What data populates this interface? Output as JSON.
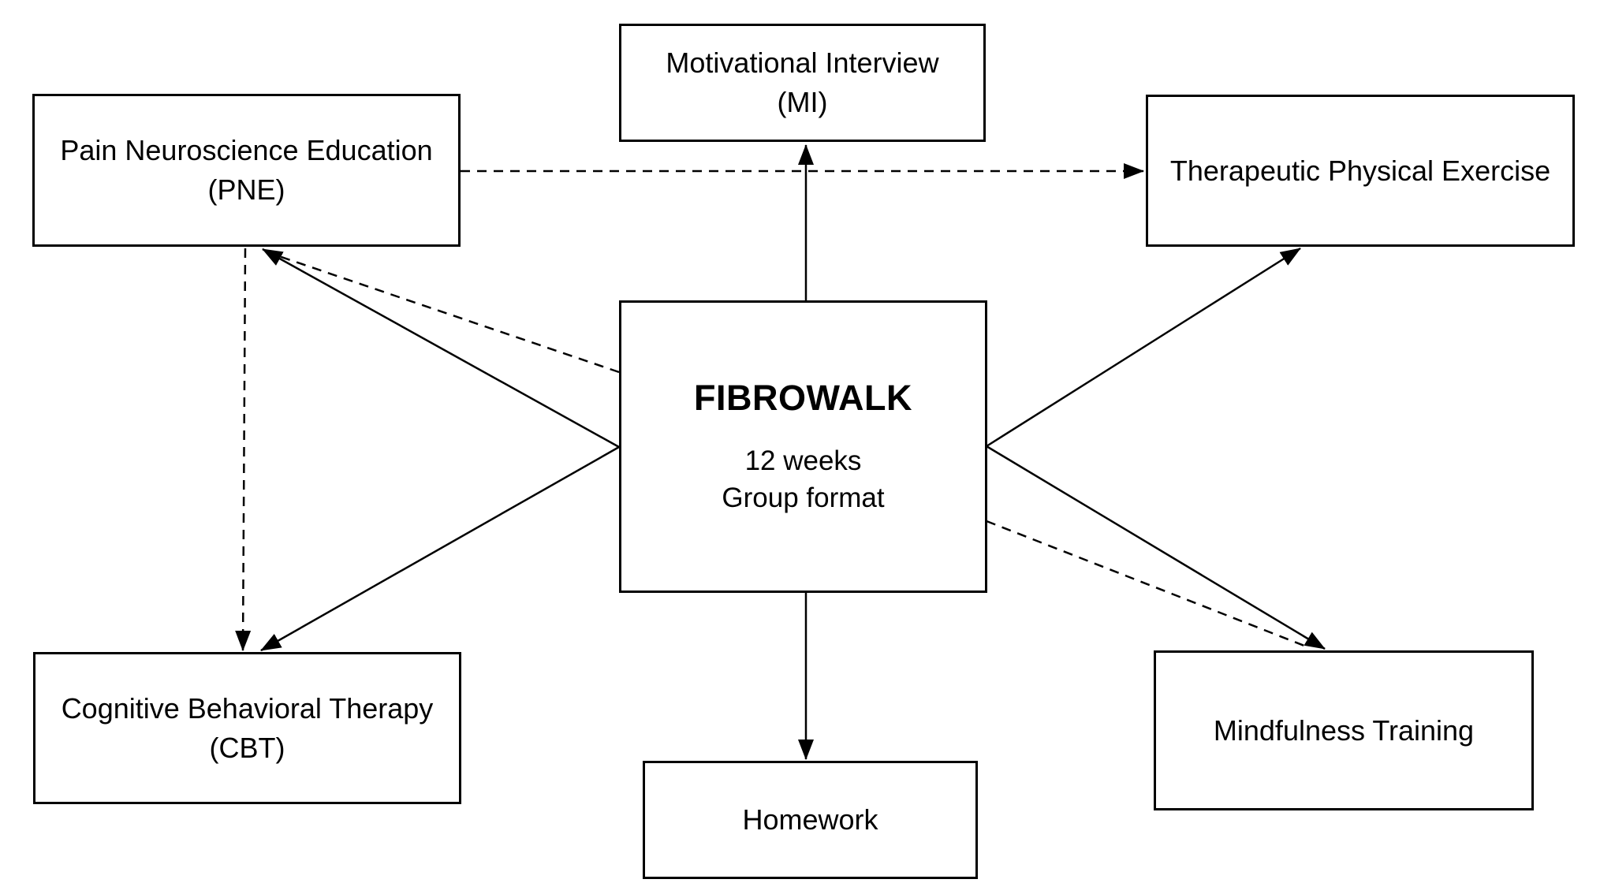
{
  "diagram": {
    "type": "intervention-components-flow",
    "colors": {
      "ink": "#000000",
      "background": "#ffffff"
    },
    "nodes": {
      "pne": {
        "line1": "Pain Neuroscience Education",
        "line2": "(PNE)"
      },
      "mi": {
        "line1": "Motivational Interview",
        "line2": "(MI)"
      },
      "tpe": {
        "line1": "Therapeutic Physical Exercise"
      },
      "fibrowalk": {
        "title": "FIBROWALK",
        "detail1": "12 weeks",
        "detail2": "Group format"
      },
      "cbt": {
        "line1": "Cognitive Behavioral Therapy",
        "line2": "(CBT)"
      },
      "mindfulness": {
        "line1": "Mindfulness Training"
      },
      "homework": {
        "line1": "Homework"
      }
    },
    "edges": [
      {
        "id": "pne-to-tpe",
        "from": "pne",
        "to": "tpe",
        "style": "dashed",
        "arrowhead": true
      },
      {
        "id": "fibrowalk-to-mi",
        "from": "fibrowalk",
        "to": "mi",
        "style": "solid",
        "arrowhead": true
      },
      {
        "id": "fibrowalk-to-pne-solid",
        "from": "fibrowalk",
        "to": "pne",
        "style": "solid",
        "arrowhead": true
      },
      {
        "id": "fibrowalk-to-pne-dashed",
        "from": "fibrowalk",
        "to": "pne",
        "style": "dashed",
        "arrowhead": false
      },
      {
        "id": "pne-to-cbt",
        "from": "pne",
        "to": "cbt",
        "style": "dashed",
        "arrowhead": true
      },
      {
        "id": "fibrowalk-to-cbt",
        "from": "fibrowalk",
        "to": "cbt",
        "style": "solid",
        "arrowhead": true
      },
      {
        "id": "fibrowalk-to-tpe",
        "from": "fibrowalk",
        "to": "tpe",
        "style": "solid",
        "arrowhead": true
      },
      {
        "id": "fibrowalk-to-mindfulness-solid",
        "from": "fibrowalk",
        "to": "mindfulness",
        "style": "solid",
        "arrowhead": true
      },
      {
        "id": "fibrowalk-to-mindfulness-dashed",
        "from": "fibrowalk",
        "to": "mindfulness",
        "style": "dashed",
        "arrowhead": false
      },
      {
        "id": "fibrowalk-to-homework",
        "from": "fibrowalk",
        "to": "homework",
        "style": "solid",
        "arrowhead": true
      }
    ]
  }
}
